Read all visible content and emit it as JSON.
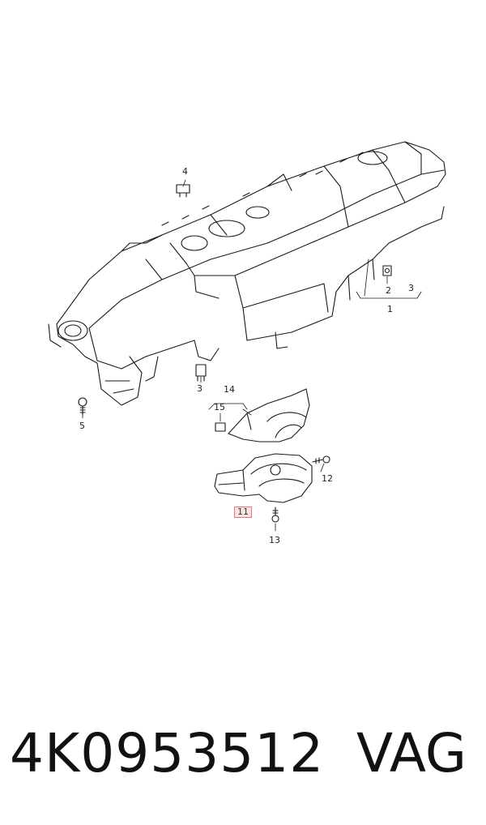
{
  "diagram": {
    "callouts": {
      "c1": "1",
      "c2": "2",
      "c3a": "3",
      "c3b": "3",
      "c4": "4",
      "c5": "5",
      "c11": "11",
      "c12": "12",
      "c13": "13",
      "c14": "14",
      "c15": "15"
    }
  },
  "footer": {
    "part_number": "4K0953512",
    "brand": "VAG"
  }
}
